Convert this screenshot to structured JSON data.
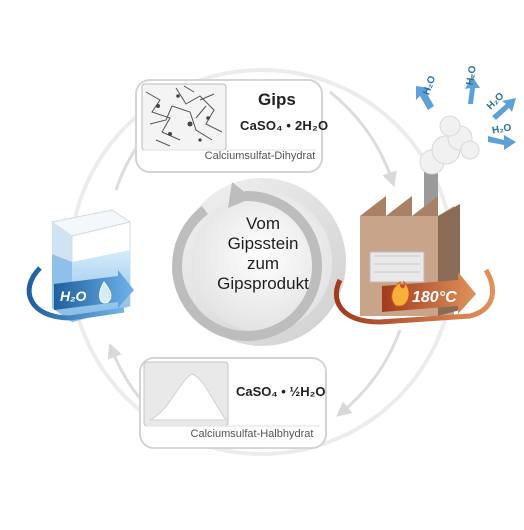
{
  "gips_box": {
    "title": "Gips",
    "formula": "CaSO₄ • 2H₂O",
    "caption": "Calciumsulfat-Dihydrat"
  },
  "halbhydrat_box": {
    "formula": "CaSO₄ • ½H₂O",
    "caption": "Calciumsulfat-Halbhydrat"
  },
  "center": {
    "line1": "Vom",
    "line2": "Gipsstein",
    "line3": "zum",
    "line4": "Gipsprodukt"
  },
  "steam_labels": [
    "H₂O",
    "H₂O",
    "H₂O",
    "H₂O"
  ],
  "water_badge": {
    "text": "H₂O",
    "color": "#3a86c8"
  },
  "heat_badge": {
    "text": "180°C",
    "color": "#b83a22"
  },
  "colors": {
    "arrow_blue": "#2e7bc0",
    "arrow_orange": "#c9733c",
    "water": "#9ccbee",
    "factory": "#8a6b55"
  }
}
